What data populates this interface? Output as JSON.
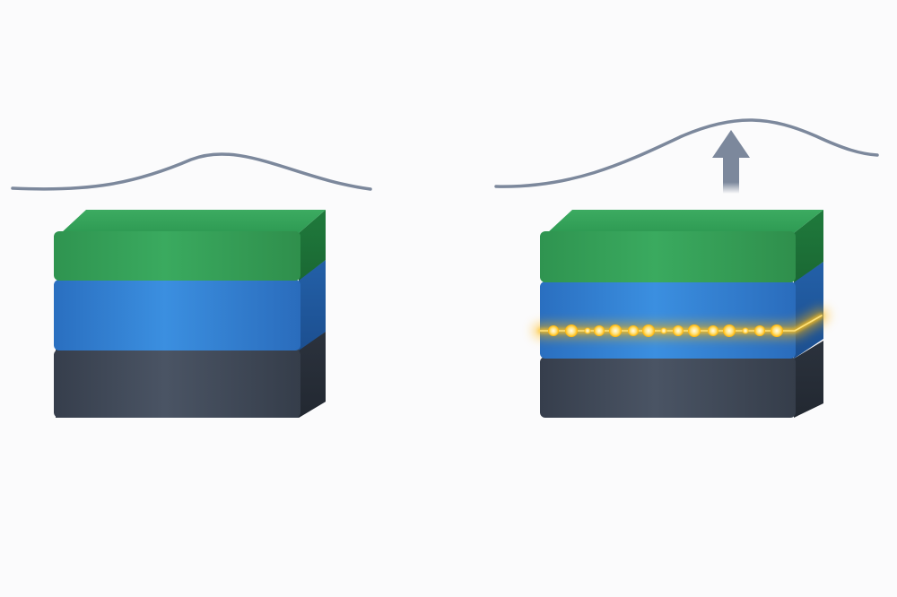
{
  "panels": [
    {
      "id": "left",
      "stack": [
        "top-layer",
        "middle-layer",
        "bottom-layer"
      ],
      "has_interface_glow": false,
      "has_up_arrow": false
    },
    {
      "id": "right",
      "stack": [
        "top-layer",
        "middle-layer",
        "bottom-layer"
      ],
      "has_interface_glow": true,
      "has_up_arrow": true
    }
  ],
  "colors": {
    "background": "#fbfbfc",
    "top_layer": "#36a05a",
    "middle_layer": "#2f7fd0",
    "bottom_layer": "#3a4352",
    "wave": "#7c889c",
    "arrow": "#7c889c",
    "glow": "#ffb300",
    "glow_core": "#fff4c8"
  }
}
